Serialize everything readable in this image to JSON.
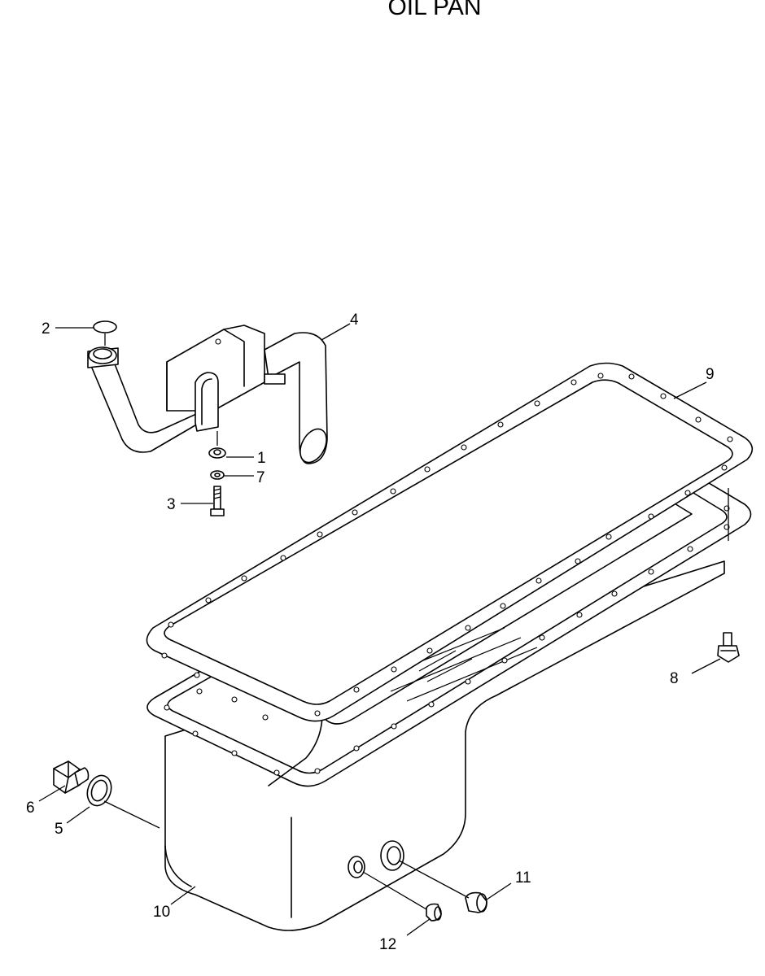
{
  "title": "OIL PAN",
  "callouts": {
    "p1": "1",
    "p2": "2",
    "p3": "3",
    "p4": "4",
    "p5": "5",
    "p6": "6",
    "p7": "7",
    "p8": "8",
    "p9": "9",
    "p10": "10",
    "p11": "11",
    "p12": "12"
  }
}
